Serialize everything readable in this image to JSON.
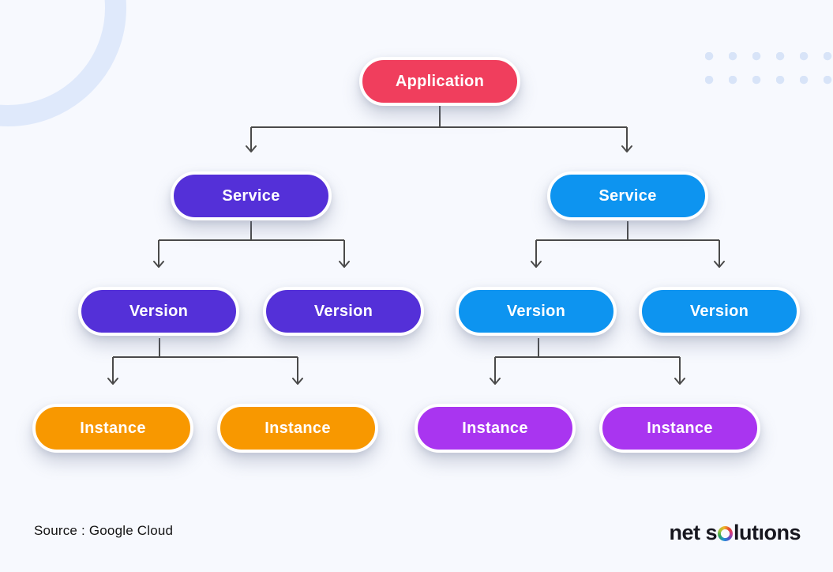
{
  "diagram": {
    "application": {
      "label": "Application",
      "color": "#F03E5D"
    },
    "services": [
      {
        "label": "Service",
        "color": "#5430D8"
      },
      {
        "label": "Service",
        "color": "#0D94F0"
      }
    ],
    "versions": [
      {
        "label": "Version",
        "color": "#5430D8"
      },
      {
        "label": "Version",
        "color": "#5430D8"
      },
      {
        "label": "Version",
        "color": "#0D94F0"
      },
      {
        "label": "Version",
        "color": "#0D94F0"
      }
    ],
    "instances": [
      {
        "label": "Instance",
        "color": "#F89800"
      },
      {
        "label": "Instance",
        "color": "#F89800"
      },
      {
        "label": "Instance",
        "color": "#A935F0"
      },
      {
        "label": "Instance",
        "color": "#A935F0"
      }
    ]
  },
  "footer": {
    "source": "Source : Google Cloud",
    "logo_before_o": "net s",
    "logo_after_o": "lutıons"
  },
  "decor": {
    "background": "#f7f9fe",
    "ring_color": "#dfe9fb",
    "dots_color": "#d8e4f8",
    "connector_color": "#4a4a4a"
  }
}
